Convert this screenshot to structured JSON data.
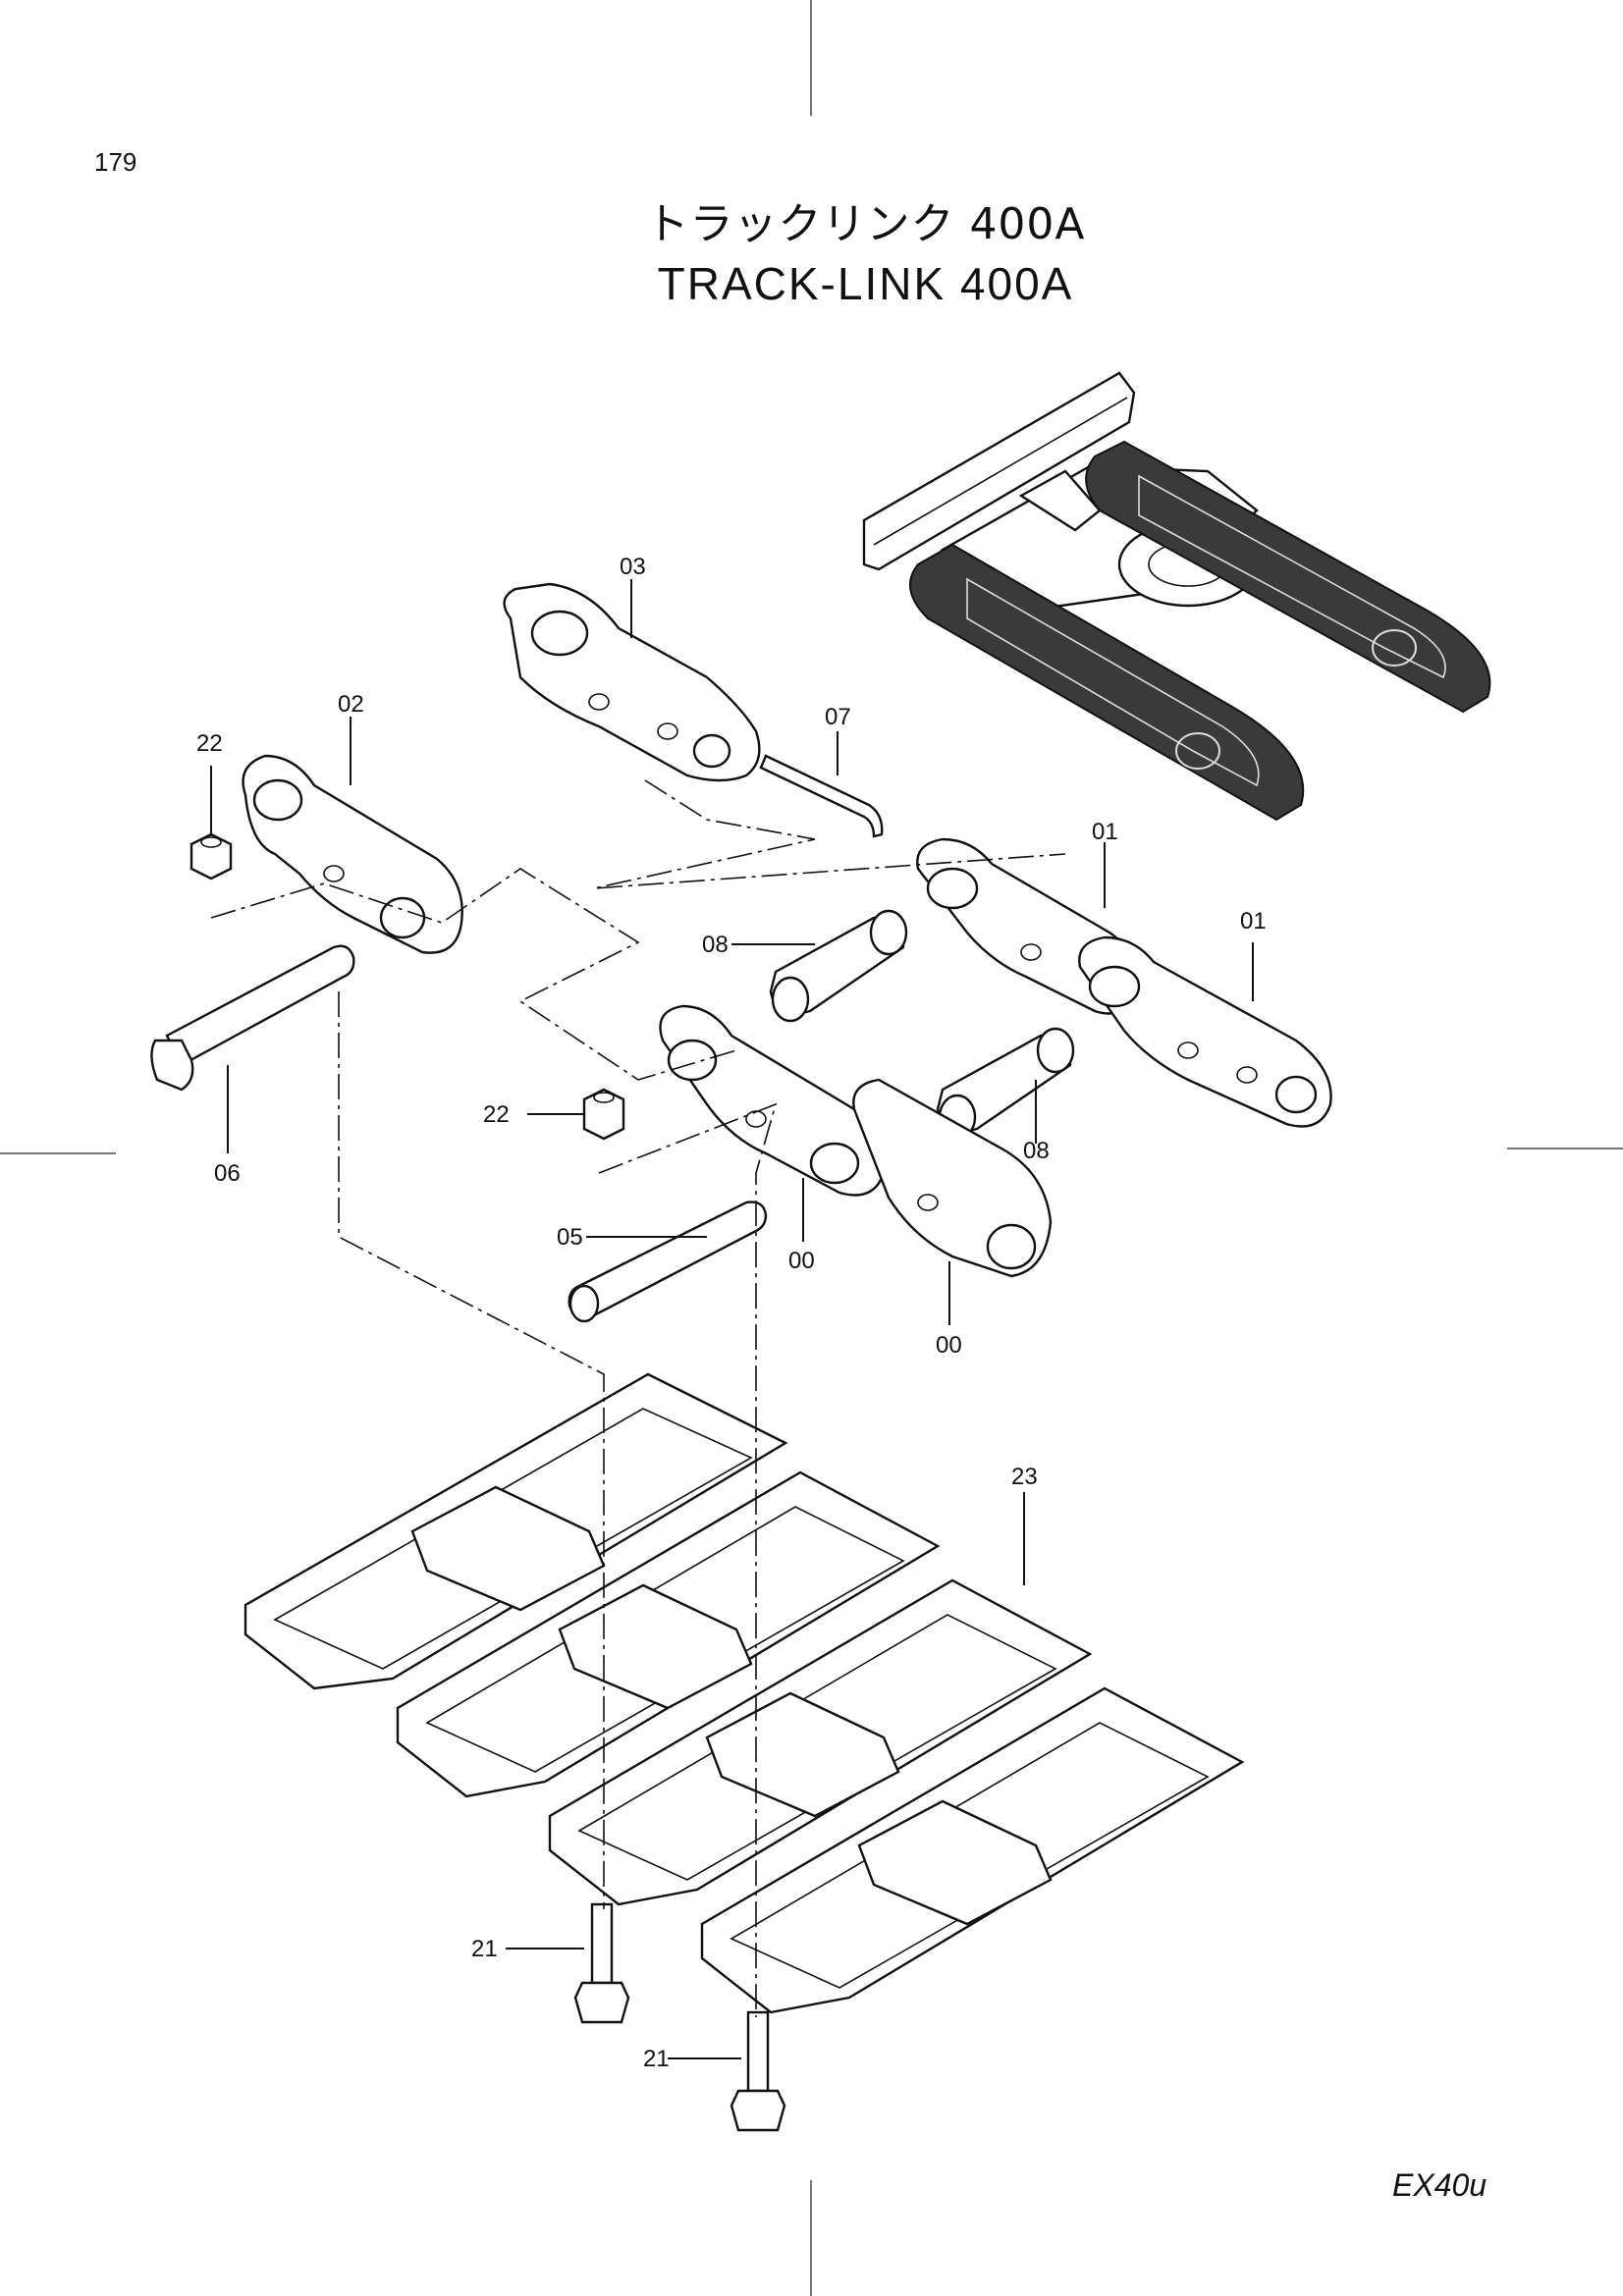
{
  "page_number": "179",
  "title": {
    "japanese": "トラックリンク 400A",
    "english": "TRACK-LINK 400A"
  },
  "model_code": "EX40u",
  "callouts": {
    "c03": "03",
    "c02": "02",
    "c22a": "22",
    "c07": "07",
    "c01a": "01",
    "c01b": "01",
    "c08a": "08",
    "c06": "06",
    "c22b": "22",
    "c08b": "08",
    "c05": "05",
    "c00a": "00",
    "c00b": "00",
    "c23": "23",
    "c21a": "21",
    "c21b": "21"
  }
}
